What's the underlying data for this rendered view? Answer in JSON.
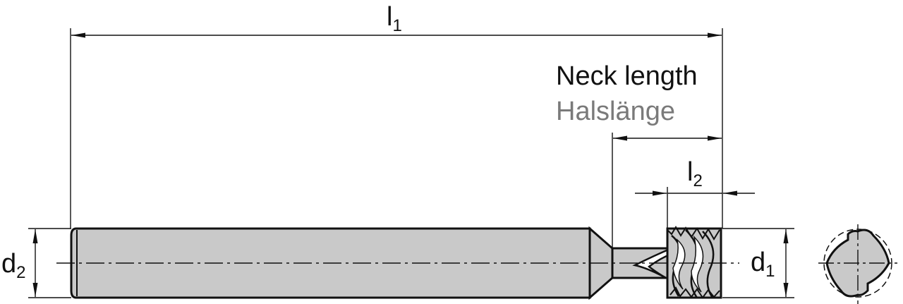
{
  "colors": {
    "line": "#111111",
    "body_fill": "#c9c9c9",
    "secondary_text": "#7a7a7a",
    "background": "#ffffff"
  },
  "labels": {
    "neck_length_en": "Neck length",
    "neck_length_de": "Halslänge"
  },
  "dimensions": {
    "l1": {
      "main": "l",
      "sub": "1"
    },
    "l2": {
      "main": "l",
      "sub": "2"
    },
    "d1": {
      "main": "d",
      "sub": "1"
    },
    "d2": {
      "main": "d",
      "sub": "2"
    }
  }
}
